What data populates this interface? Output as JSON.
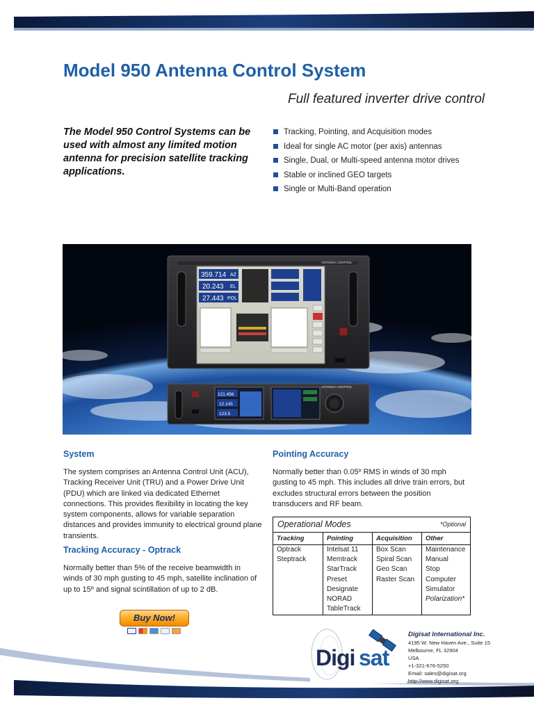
{
  "title": "Model 950 Antenna Control System",
  "subtitle": "Full featured inverter drive control",
  "lead": "The Model 950 Control Systems can be used with almost any limited motion antenna for precision satellite tracking applications.",
  "features": [
    "Tracking, Pointing, and Acquisition modes",
    "Ideal for single AC motor (per axis) antennas",
    "Single, Dual, or Multi-speed antenna motor drives",
    "Stable or inclined GEO targets",
    "Single or Multi-Band operation"
  ],
  "photo": {
    "upper_unit_label": "ANTENNA CONTROL",
    "lower_unit_label": "ANTENNA CONTROL",
    "az_value": "359.714",
    "az_label": "AZ",
    "el_value": "20.243",
    "el_label": "EL",
    "pol_value": "27.443",
    "pol_label": "POL",
    "small_az": "121.456",
    "small_el": "12.145",
    "small_pol": "123.5",
    "colors": {
      "blue_display": "#1d3f8f",
      "earth_ocean": "#1e5aa8",
      "panel": "#2b2b2e"
    }
  },
  "system": {
    "heading": "System",
    "body": "The system comprises an Antenna Control Unit (ACU), Tracking Receiver Unit (TRU) and a Power Drive Unit (PDU) which are linked via dedicated Ethernet connections. This provides flexibility in locating the key system components, allows for variable separation distances and provides immunity to electrical ground plane transients."
  },
  "tracking_accuracy": {
    "heading": "Tracking Accuracy - Optrack",
    "body": "Normally better than 5% of the receive beamwidth in winds of 30 mph gusting to 45 mph, satellite inclination of up to 15º and signal scintillation of up to 2 dB."
  },
  "pointing_accuracy": {
    "heading": "Pointing Accuracy",
    "body": "Normally better than 0.05º RMS  in winds of 30 mph gusting to 45 mph.  This includes all drive train errors, but excludes structural errors between the position transducers and RF beam."
  },
  "modes": {
    "title": "Operational Modes",
    "optional": "*Optional",
    "columns": [
      {
        "header": "Tracking",
        "items": [
          "Optrack",
          "Steptrack"
        ]
      },
      {
        "header": "Pointing",
        "items": [
          "Intelsat 11",
          "Memtrack",
          "StarTrack",
          "Preset",
          "Designate",
          "NORAD",
          "TableTrack"
        ]
      },
      {
        "header": "Acquisition",
        "items": [
          "Box Scan",
          "Spiral Scan",
          "Geo Scan",
          "Raster Scan"
        ]
      },
      {
        "header": "Other",
        "items": [
          "Maintenance",
          "Manual",
          "Stop",
          "Computer",
          "Simulator",
          "Polarization*"
        ]
      }
    ]
  },
  "buy_now": "Buy Now!",
  "payment_cards": [
    "VISA",
    "MC",
    "AMEX",
    "PayPal",
    "DISC"
  ],
  "brand": {
    "name": "Digisat",
    "accent": "#1f5fa8"
  },
  "contact": {
    "company": "Digisat International Inc.",
    "address1": "4195 W. New Haven Ave., Suite 15",
    "address2": "Melbourne, FL 32904",
    "country": "USA",
    "phone": "+1-321-676-5250",
    "email": "Email: sales@digisat.org",
    "web": "http://www.digisat.org"
  }
}
